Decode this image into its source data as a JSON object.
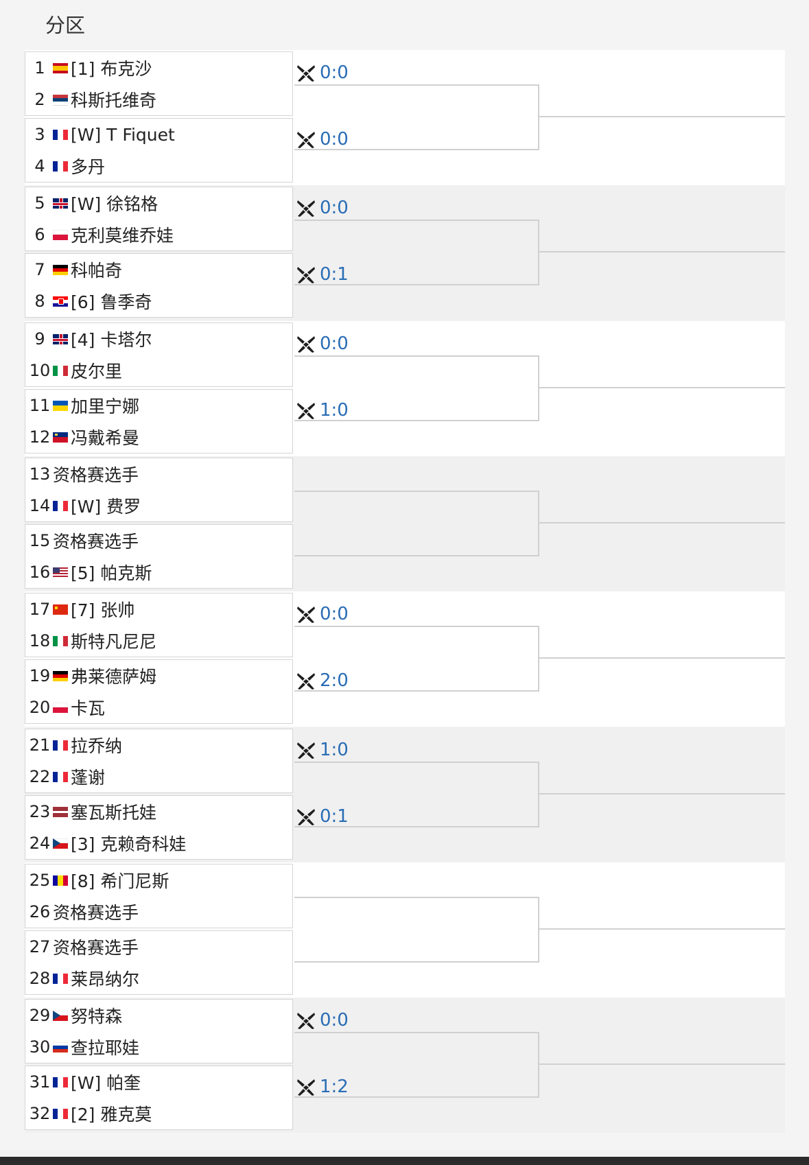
{
  "page": {
    "title": "分区"
  },
  "players": [
    {
      "num": "1",
      "flag": "es",
      "name": "[1] 布克沙"
    },
    {
      "num": "2",
      "flag": "rs",
      "name": "科斯托维奇"
    },
    {
      "num": "3",
      "flag": "fr",
      "name": "[W] T Fiquet"
    },
    {
      "num": "4",
      "flag": "fr",
      "name": "多丹"
    },
    {
      "num": "5",
      "flag": "gb",
      "name": "[W] 徐铭格"
    },
    {
      "num": "6",
      "flag": "pl",
      "name": "克利莫维乔娃"
    },
    {
      "num": "7",
      "flag": "de",
      "name": "科帕奇"
    },
    {
      "num": "8",
      "flag": "hr",
      "name": "[6] 鲁季奇"
    },
    {
      "num": "9",
      "flag": "gb",
      "name": "[4] 卡塔尔"
    },
    {
      "num": "10",
      "flag": "it",
      "name": "皮尔里"
    },
    {
      "num": "11",
      "flag": "ua",
      "name": "加里宁娜"
    },
    {
      "num": "12",
      "flag": "li",
      "name": "冯戴希曼"
    },
    {
      "num": "13",
      "flag": "",
      "name": "资格赛选手"
    },
    {
      "num": "14",
      "flag": "fr",
      "name": "[W] 费罗"
    },
    {
      "num": "15",
      "flag": "",
      "name": "资格赛选手"
    },
    {
      "num": "16",
      "flag": "us",
      "name": "[5] 帕克斯"
    },
    {
      "num": "17",
      "flag": "cn",
      "name": "[7] 张帅"
    },
    {
      "num": "18",
      "flag": "it",
      "name": "斯特凡尼尼"
    },
    {
      "num": "19",
      "flag": "de",
      "name": "弗莱德萨姆"
    },
    {
      "num": "20",
      "flag": "pl",
      "name": "卡瓦"
    },
    {
      "num": "21",
      "flag": "fr",
      "name": "拉乔纳"
    },
    {
      "num": "22",
      "flag": "fr",
      "name": "蓬谢"
    },
    {
      "num": "23",
      "flag": "lv",
      "name": "塞瓦斯托娃"
    },
    {
      "num": "24",
      "flag": "cz",
      "name": "[3] 克赖奇科娃"
    },
    {
      "num": "25",
      "flag": "ad",
      "name": "[8] 希门尼斯"
    },
    {
      "num": "26",
      "flag": "",
      "name": "资格赛选手"
    },
    {
      "num": "27",
      "flag": "",
      "name": "资格赛选手"
    },
    {
      "num": "28",
      "flag": "fr",
      "name": "莱昂纳尔"
    },
    {
      "num": "29",
      "flag": "cz",
      "name": "努特森"
    },
    {
      "num": "30",
      "flag": "ru",
      "name": "查拉耶娃"
    },
    {
      "num": "31",
      "flag": "fr",
      "name": "[W] 帕奎"
    },
    {
      "num": "32",
      "flag": "fr",
      "name": "[2] 雅克莫"
    }
  ],
  "scores": [
    "0:0",
    "0:0",
    "0:0",
    "0:1",
    "0:0",
    "1:0",
    "",
    "",
    "0:0",
    "2:0",
    "1:0",
    "0:1",
    "",
    "",
    "0:0",
    "1:2"
  ],
  "score_icon": "tennis-racket-icon",
  "colors": {
    "score_text": "#2a6db5",
    "band_light": "#ffffff",
    "band_gray": "#f0f0f0",
    "line": "#d0d0d0"
  }
}
